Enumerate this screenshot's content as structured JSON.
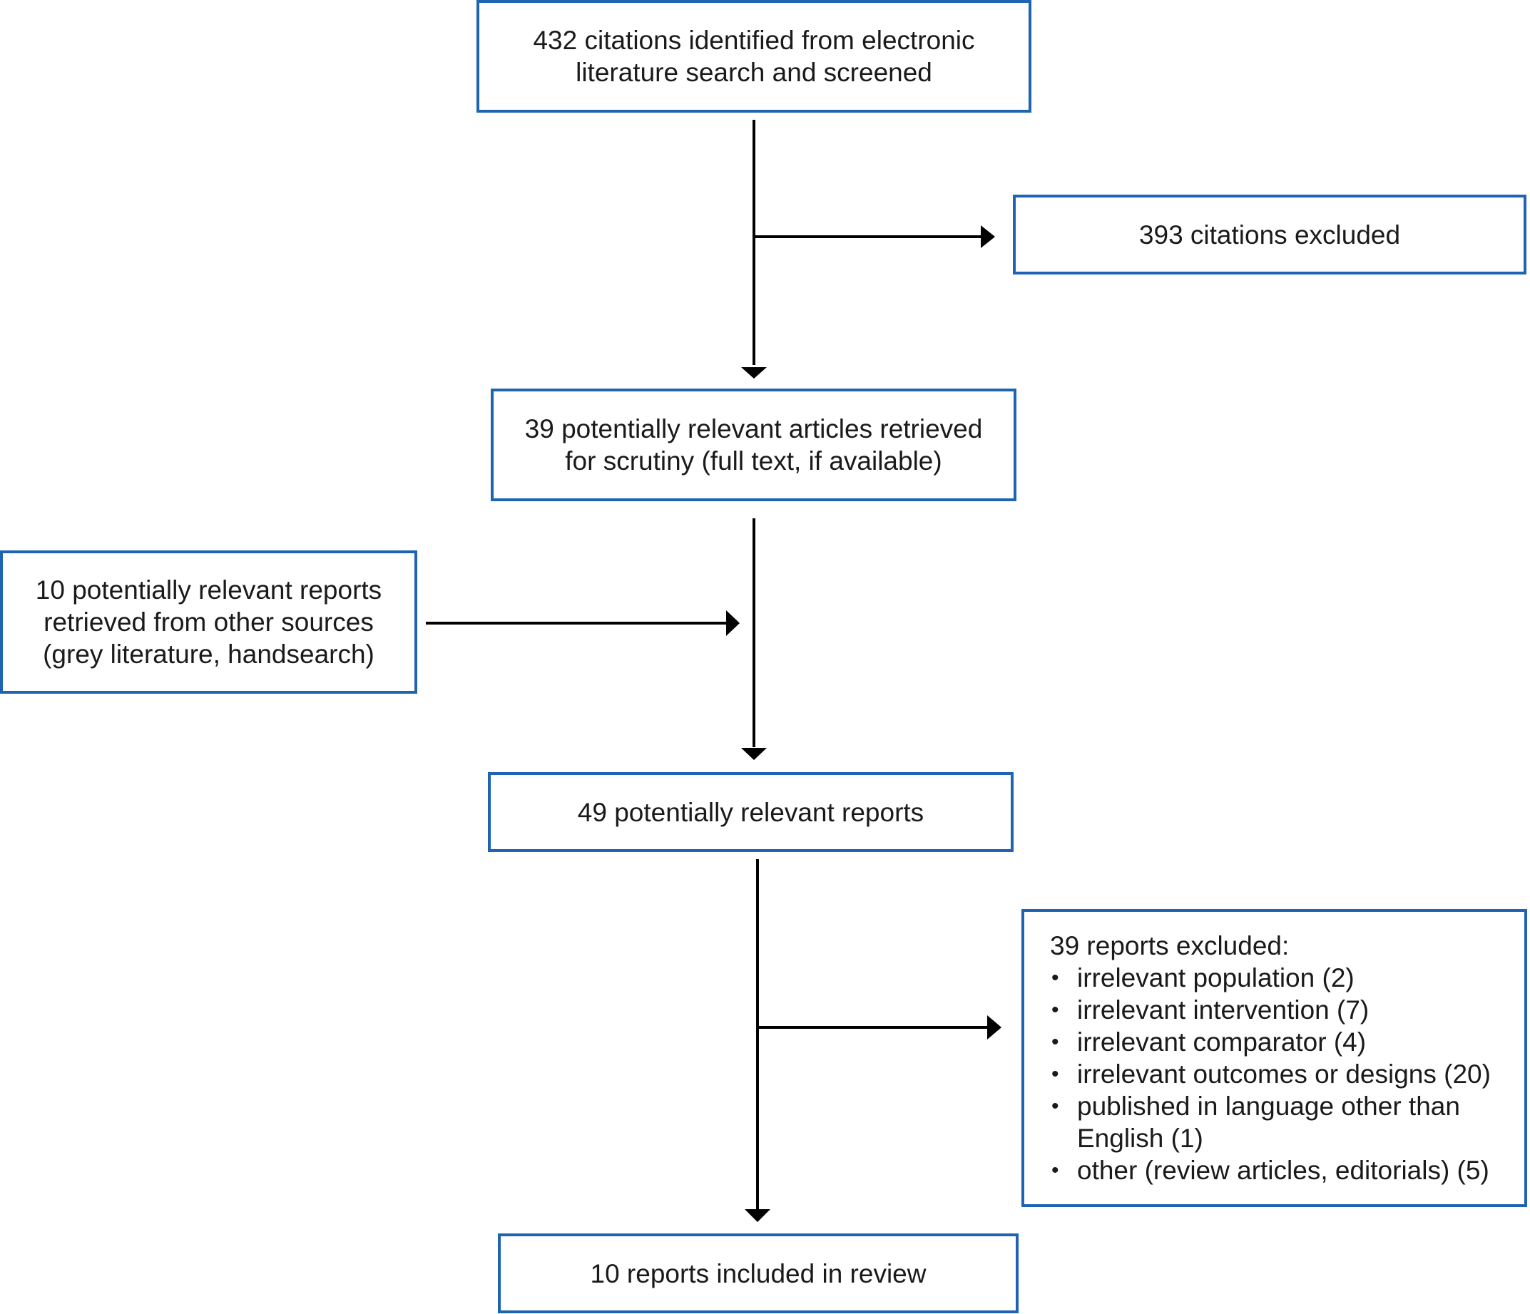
{
  "boxes": {
    "identified": {
      "line1": "432 citations identified from electronic",
      "line2": "literature search and screened"
    },
    "excluded_citations": {
      "text": "393 citations excluded"
    },
    "retrieved": {
      "line1": "39 potentially relevant articles retrieved",
      "line2": "for scrutiny (full text, if available)"
    },
    "other_sources": {
      "line1": "10 potentially relevant reports",
      "line2": "retrieved from other sources",
      "line3": "(grey literature, handsearch)"
    },
    "relevant": {
      "text": "49 potentially relevant reports"
    },
    "excluded_reports": {
      "heading": "39 reports excluded:",
      "reasons": [
        "irrelevant population (2)",
        "irrelevant intervention (7)",
        "irrelevant comparator (4)",
        "irrelevant outcomes or designs (20)",
        "published in language other than",
        "other (review articles, editorials) (5)"
      ],
      "reason_continuation": "English (1)"
    },
    "included": {
      "text": "10 reports included in review"
    }
  },
  "colors": {
    "box_border": "#1f63b3",
    "arrow": "#000000"
  }
}
